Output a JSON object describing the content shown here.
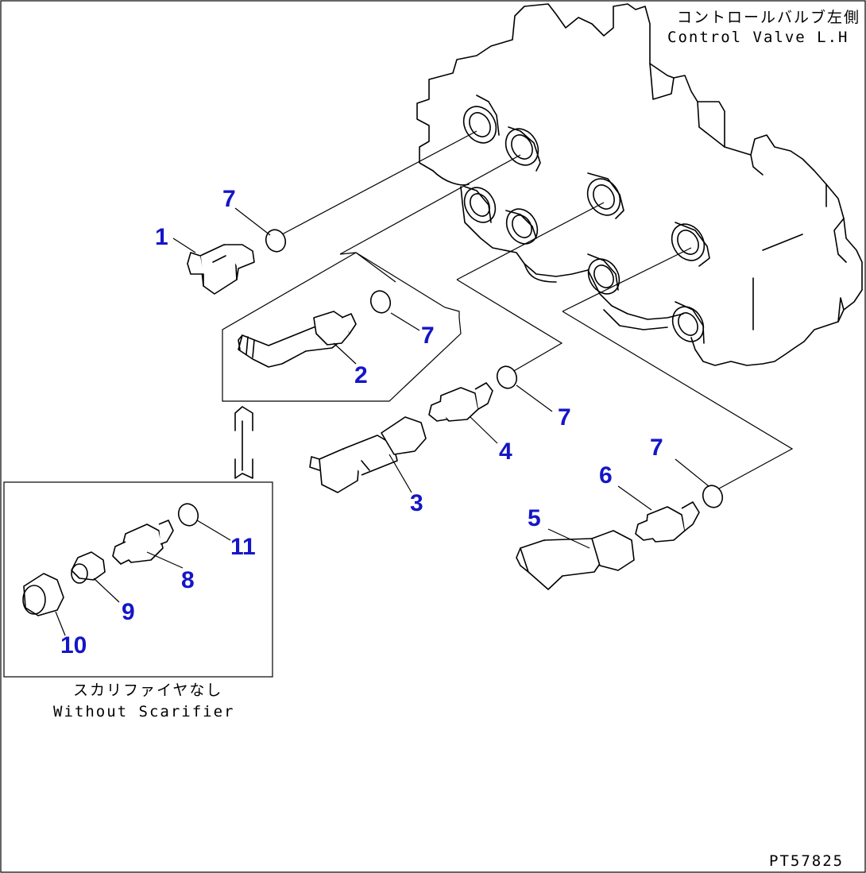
{
  "labels": {
    "control_valve_jp": "コントロールバルブ左側",
    "control_valve_en": "Control Valve L.H",
    "without_scarifier_jp": "スカリファイヤなし",
    "without_scarifier_en": "Without Scarifier",
    "drawing_code": "PT57825"
  },
  "callouts": {
    "c1": "1",
    "c2": "2",
    "c3": "3",
    "c4": "4",
    "c5": "5",
    "c6": "6",
    "c7a": "7",
    "c7b": "7",
    "c7c": "7",
    "c7d": "7",
    "c8": "8",
    "c9": "9",
    "c10": "10",
    "c11": "11"
  },
  "colors": {
    "callout": "#1515c8",
    "line": "#000000"
  }
}
